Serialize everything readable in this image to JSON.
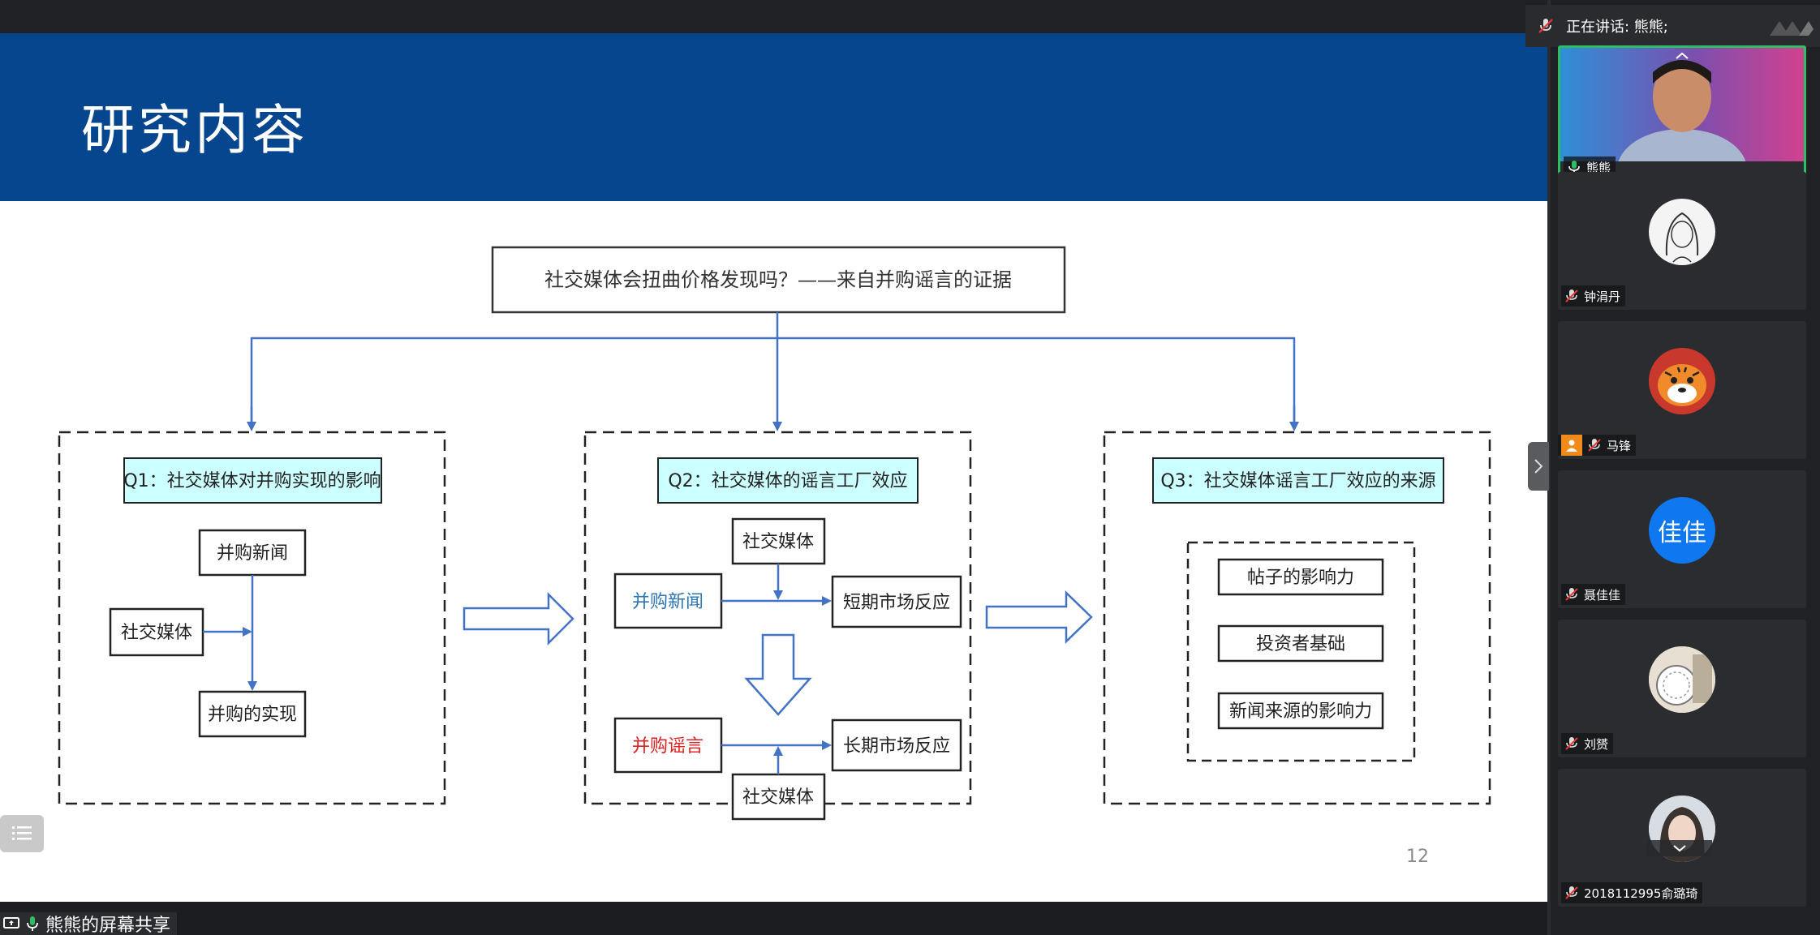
{
  "slide": {
    "title": "研究内容",
    "main_topic": "社交媒体会扭曲价格发现吗？——来自并购谣言的证据",
    "page_number": "12",
    "q1": {
      "title": "Q1：社交媒体对并购实现的影响",
      "news": "并购新闻",
      "social": "社交媒体",
      "realization": "并购的实现"
    },
    "q2": {
      "title": "Q2：社交媒体的谣言工厂效应",
      "social_top": "社交媒体",
      "news": "并购新闻",
      "short_reaction": "短期市场反应",
      "rumor": "并购谣言",
      "long_reaction": "长期市场反应",
      "social_bottom": "社交媒体"
    },
    "q3": {
      "title": "Q3：社交媒体谣言工厂效应的来源",
      "influence_post": "帖子的影响力",
      "investor_base": "投资者基础",
      "news_source_influence": "新闻来源的影响力"
    },
    "colors": {
      "header_bg": "#06468e",
      "q_title_bg": "#ccffff",
      "arrow_blue": "#4472c4",
      "news_blue": "#2e75b6",
      "rumor_red": "#e02020"
    }
  },
  "share": {
    "label": "熊熊的屏幕共享"
  },
  "panel": {
    "speaking": "正在讲话: 熊熊;",
    "participants": [
      {
        "name": "熊熊",
        "muted": false,
        "active": true
      },
      {
        "name": "钟涓丹",
        "muted": true
      },
      {
        "name": "马锋",
        "muted": true
      },
      {
        "name": "聂佳佳",
        "muted": true,
        "avatar_text": "佳佳"
      },
      {
        "name": "刘赟",
        "muted": true
      },
      {
        "name": "2018112995俞璐琦",
        "muted": true
      }
    ]
  }
}
